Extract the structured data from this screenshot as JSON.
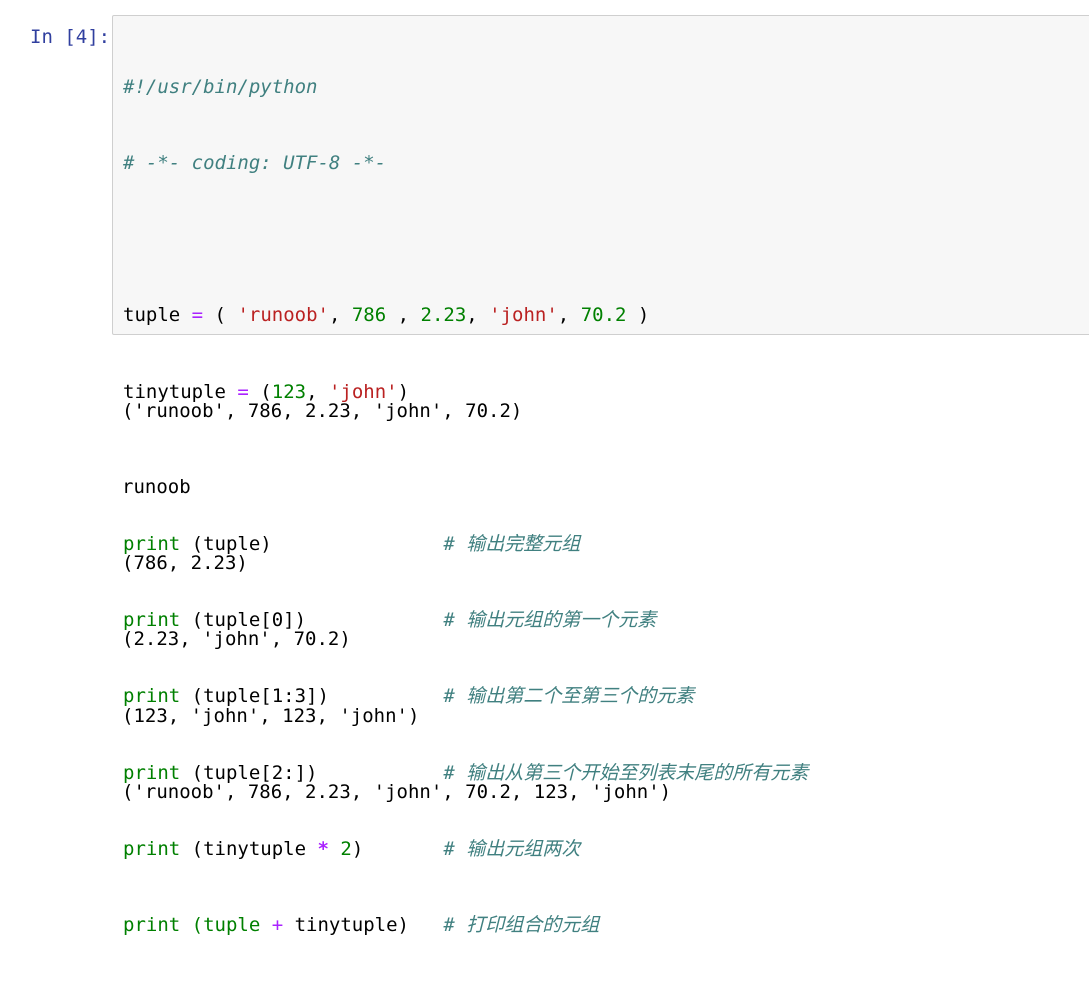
{
  "cell": {
    "prompt": "In [4]:",
    "code": {
      "shebang": "#!/usr/bin/python",
      "coding": "# -*- coding: UTF-8 -*-",
      "l3": {
        "name": "tuple",
        "eq": "=",
        "open": " ( ",
        "s1": "'runoob'",
        "c1": ", ",
        "n1": "786",
        "c2": " , ",
        "n2": "2.23",
        "c3": ", ",
        "s2": "'john'",
        "c4": ", ",
        "n3": "70.2",
        "close": " )"
      },
      "l4": {
        "name": "tinytuple",
        "eq": "=",
        "open": " (",
        "n1": "123",
        "c1": ", ",
        "s1": "'john'",
        "close": ")"
      },
      "prints": [
        {
          "kw": "print",
          "args": " (tuple)",
          "pad": "               ",
          "comment": "# 输出完整元组"
        },
        {
          "kw": "print",
          "args": " (tuple[0])",
          "pad": "            ",
          "comment": "# 输出元组的第一个元素"
        },
        {
          "kw": "print",
          "args": " (tuple[1:3])",
          "pad": "          ",
          "comment": "# 输出第二个至第三个的元素"
        },
        {
          "kw": "print",
          "args": " (tuple[2:])",
          "pad": "           ",
          "comment": "# 输出从第三个开始至列表末尾的所有元素"
        }
      ],
      "p5": {
        "kw": "print",
        "a": " (tinytuple ",
        "op": "*",
        "sp": " ",
        "n": "2",
        "b": ")",
        "pad": "       ",
        "comment": "# 输出元组两次"
      },
      "p6": {
        "kw": "print",
        "a": " (tuple ",
        "op": "+",
        "b": " tinytuple)",
        "pad": "   ",
        "comment": "# 打印组合的元组"
      }
    }
  },
  "output": [
    "('runoob', 786, 2.23, 'john', 70.2)",
    "runoob",
    "(786, 2.23)",
    "(2.23, 'john', 70.2)",
    "(123, 'john', 123, 'john')",
    "('runoob', 786, 2.23, 'john', 70.2, 123, 'john')"
  ]
}
